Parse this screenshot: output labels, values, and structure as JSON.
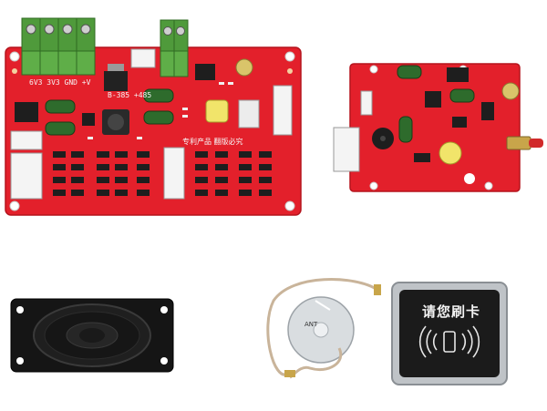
{
  "scene": {
    "background": "#ffffff",
    "colors": {
      "pcb_red": "#e3202b",
      "pcb_dark": "#b5141d",
      "terminal_green": "#4f9a3b",
      "speaker_black": "#151515",
      "reader_chrome": "#bfc3c7",
      "reader_face": "#1b1b1b",
      "antenna_disc": "#d9dde0",
      "coax_cable": "#c9b49a"
    }
  },
  "main_board": {
    "silkscreen_left": "6V3  3V3  GND +V",
    "silkscreen_mid": "B-385  +485",
    "silkscreen_right": "专利产品 翻版必究"
  },
  "rf_board": {},
  "speaker": {},
  "antenna": {
    "label": "ANT"
  },
  "card_reader": {
    "prompt": "请您刷卡",
    "icon": "nfc-phone-icon"
  }
}
